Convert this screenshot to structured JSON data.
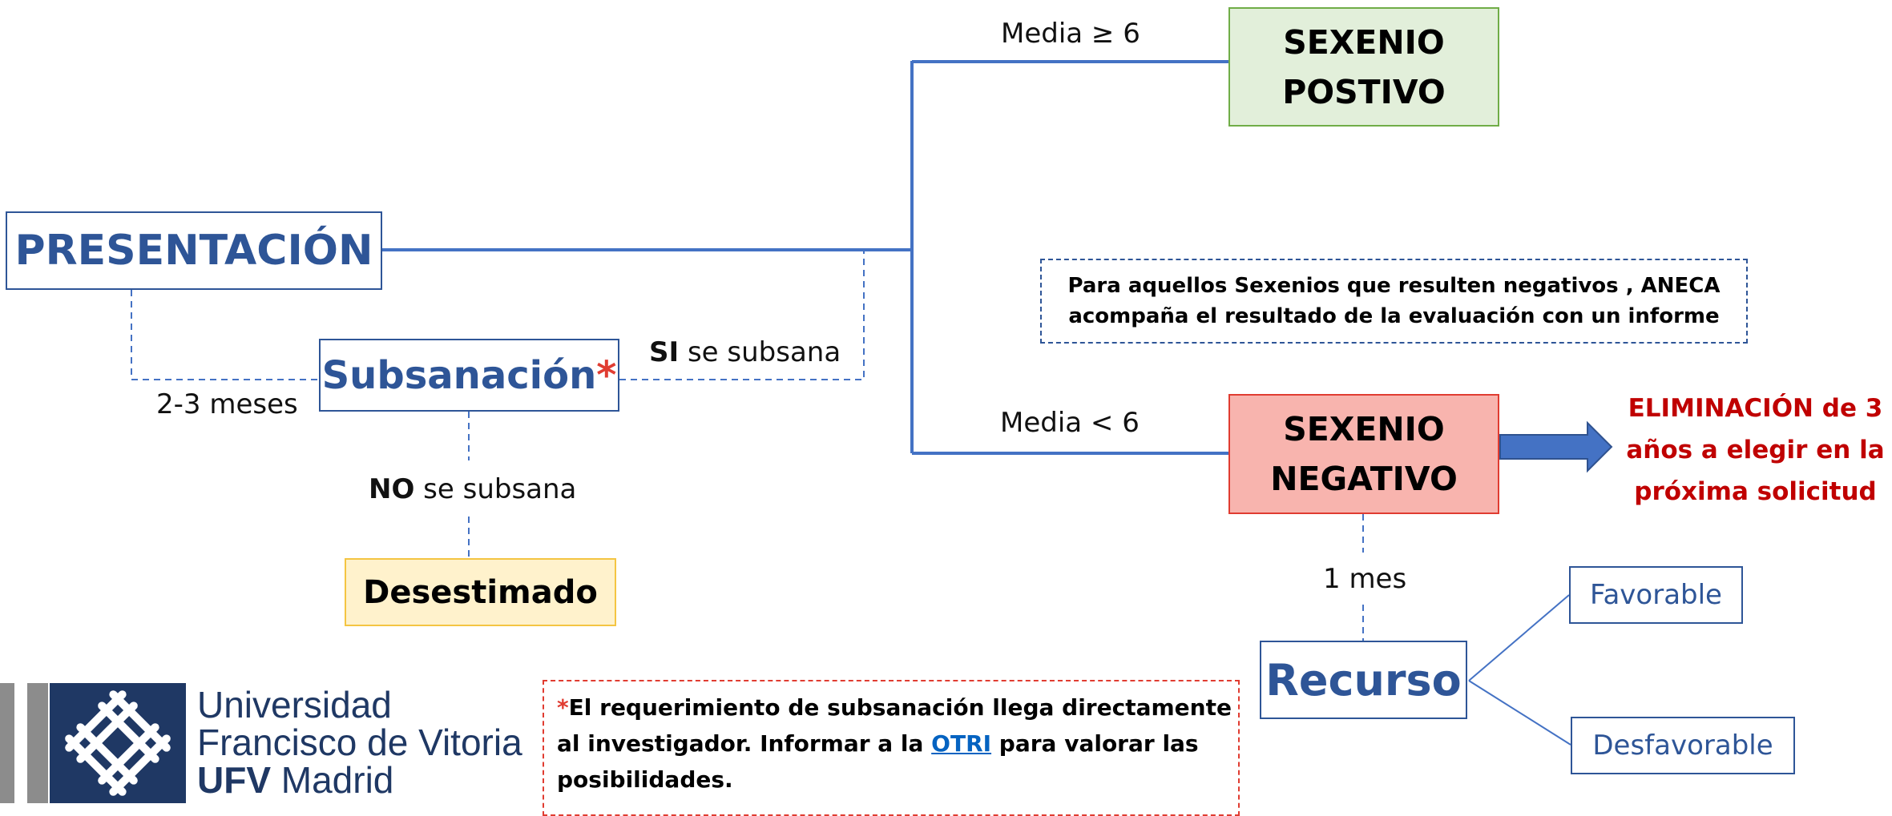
{
  "colors": {
    "connector": "#4472c4",
    "title_blue": "#2e5597",
    "positive_fill": "#e2efda",
    "positive_border": "#70ad47",
    "negative_fill": "#f8b4ae",
    "negative_border": "#e03c31",
    "desestimado_fill": "#fff2cc",
    "desestimado_border": "#f4c542",
    "eliminacion_red": "#c00000",
    "note_red_border": "#e03c31",
    "logo_navy": "#1f3864",
    "logo_grey": "#8c8c8c"
  },
  "nodes": {
    "presentacion": "PRESENTACIÓN",
    "subsanacion": "Subsanación",
    "subsanacion_mark": "*",
    "desestimado": "Desestimado",
    "sexenio_positivo": [
      "SEXENIO",
      "POSTIVO"
    ],
    "sexenio_negativo": [
      "SEXENIO",
      "NEGATIVO"
    ],
    "recurso": "Recurso",
    "favorable": "Favorable",
    "desfavorable": "Desfavorable"
  },
  "labels": {
    "media_ge": "Media ≥ 6",
    "media_lt": "Media < 6",
    "meses": "2-3 meses",
    "si_bold": "SI",
    "si_rest": " se subsana",
    "no_bold": "NO",
    "no_rest": " se subsana",
    "un_mes": "1 mes"
  },
  "aneca_note": [
    "Para aquellos Sexenios que resulten negativos , ANECA",
    "acompaña el resultado de la evaluación con un informe"
  ],
  "eliminacion": [
    "ELIMINACIÓN de 3",
    "años a elegir en la",
    "próxima solicitud"
  ],
  "footnote": {
    "mark": "*",
    "text_1": "El requerimiento de subsanación llega directamente",
    "text_2a": "al investigador. Informar a la ",
    "link": "OTRI",
    "text_2b": " para valorar las",
    "text_3": "posibilidades."
  },
  "logo": {
    "line_1": "Universidad",
    "line_2": "Francisco de Vitoria",
    "line_3_bold": "UFV",
    "line_3_rest": " Madrid"
  }
}
